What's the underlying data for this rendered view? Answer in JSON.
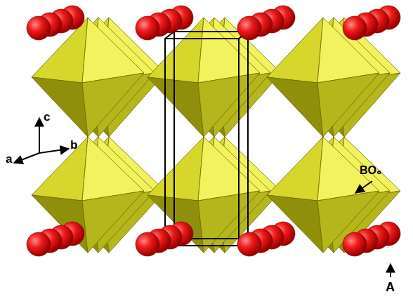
{
  "diagram": {
    "labels": [
      "c",
      "a",
      "b",
      "BO₆",
      "A"
    ]
  }
}
